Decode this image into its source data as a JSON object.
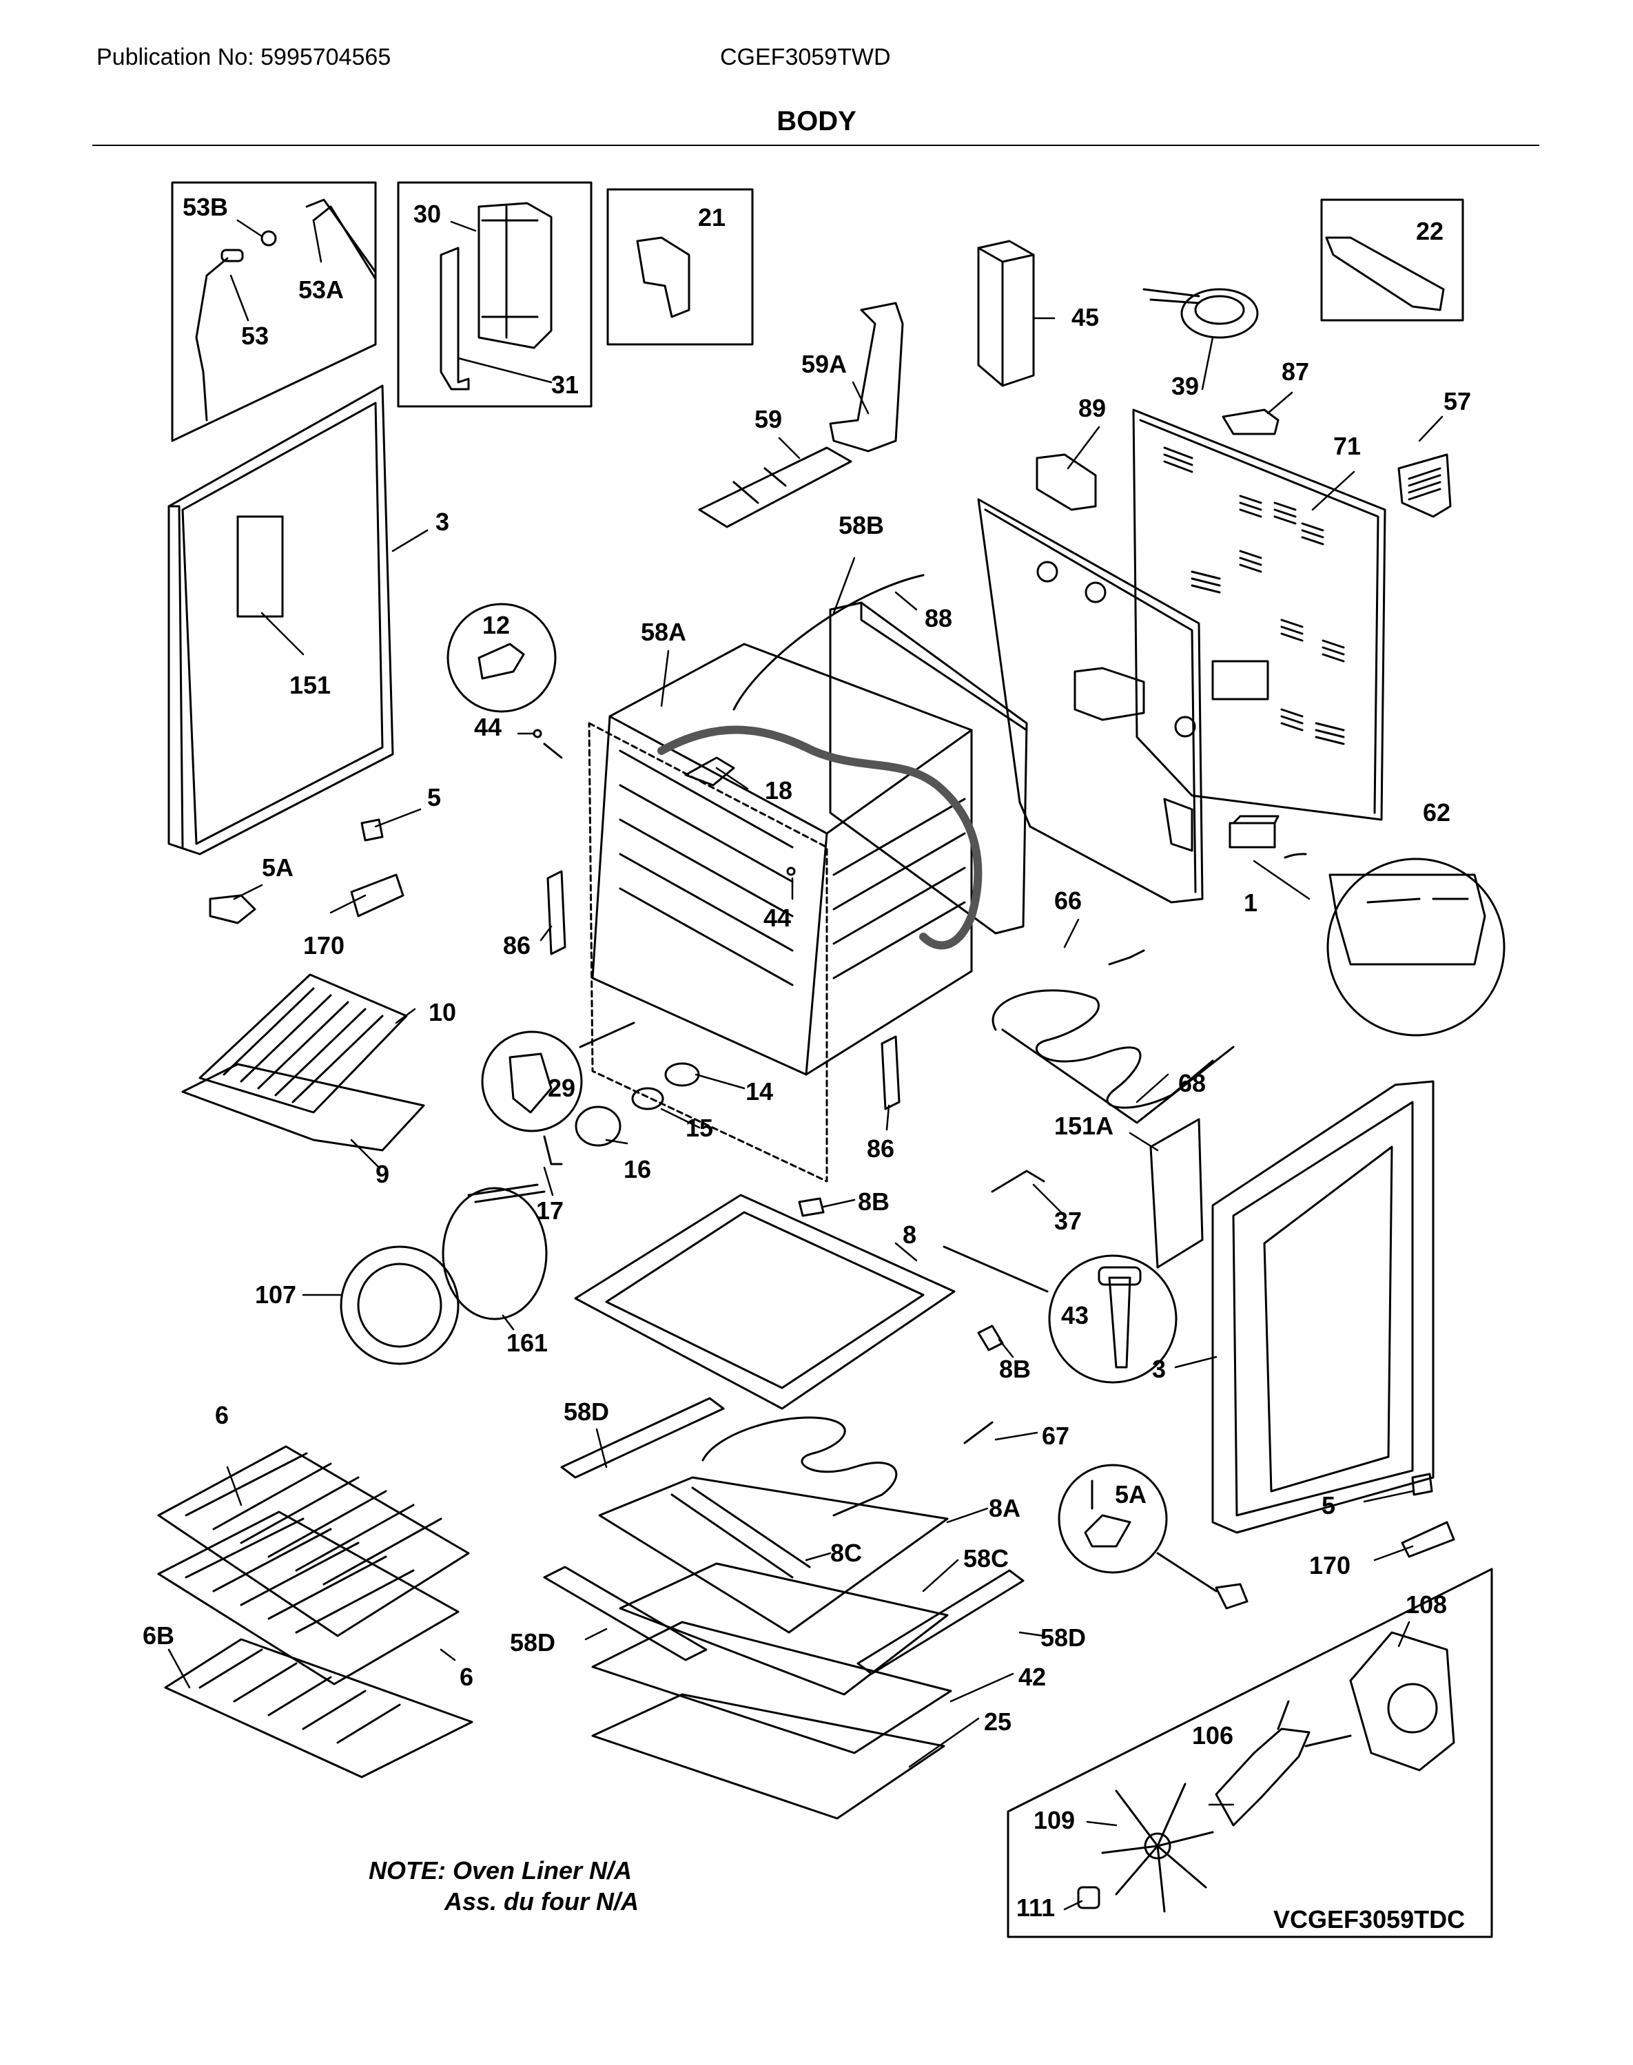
{
  "header": {
    "publication": "Publication No: 5995704565",
    "model": "CGEF3059TWD",
    "title": "BODY"
  },
  "note": {
    "line1": "NOTE: Oven Liner N/A",
    "line2": "Ass. du four N/A"
  },
  "diagram_code": "VCGEF3059TDC",
  "parts": {
    "p53B": "53B",
    "p53A": "53A",
    "p53": "53",
    "p30": "30",
    "p31": "31",
    "p21": "21",
    "p22": "22",
    "p45": "45",
    "p59A": "59A",
    "p39": "39",
    "p87": "87",
    "p57": "57",
    "p59": "59",
    "p89": "89",
    "p71": "71",
    "p3a": "3",
    "p58B": "58B",
    "p12": "12",
    "p88": "88",
    "p58A": "58A",
    "p151": "151",
    "p44a": "44",
    "p18": "18",
    "p5a": "5",
    "p62": "62",
    "p5Aa": "5A",
    "p66": "66",
    "p44b": "44",
    "p1": "1",
    "p170a": "170",
    "p86a": "86",
    "p10": "10",
    "p68": "68",
    "p14": "14",
    "p29": "29",
    "p15": "15",
    "p151A": "151A",
    "p9": "9",
    "p16": "16",
    "p86b": "86",
    "p8B1": "8B",
    "p17": "17",
    "p37": "37",
    "p8": "8",
    "p107": "107",
    "p43": "43",
    "p161": "161",
    "p8B2": "8B",
    "p3b": "3",
    "p58Da": "58D",
    "p6a": "6",
    "p67": "67",
    "p8A": "8A",
    "p5Ab": "5A",
    "p5b": "5",
    "p8C": "8C",
    "p58C": "58C",
    "p170b": "170",
    "p108": "108",
    "p6B": "6B",
    "p58Db": "58D",
    "p58Dc": "58D",
    "p42": "42",
    "p6b": "6",
    "p106": "106",
    "p25": "25",
    "p109": "109",
    "p111": "111"
  }
}
